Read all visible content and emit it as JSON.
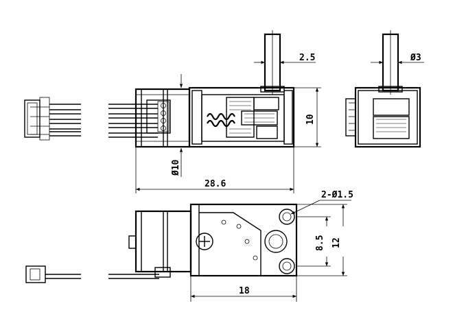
{
  "dimensions": {
    "shaft_length": "2.5",
    "shaft_diameter": "Ø3",
    "gearbox_height": "10",
    "motor_diameter": "Ø10",
    "total_length": "28.6",
    "mount_holes": "2-Ø1.5",
    "hole_spacing": "8.5",
    "mount_height": "12",
    "gearbox_length": "18"
  }
}
